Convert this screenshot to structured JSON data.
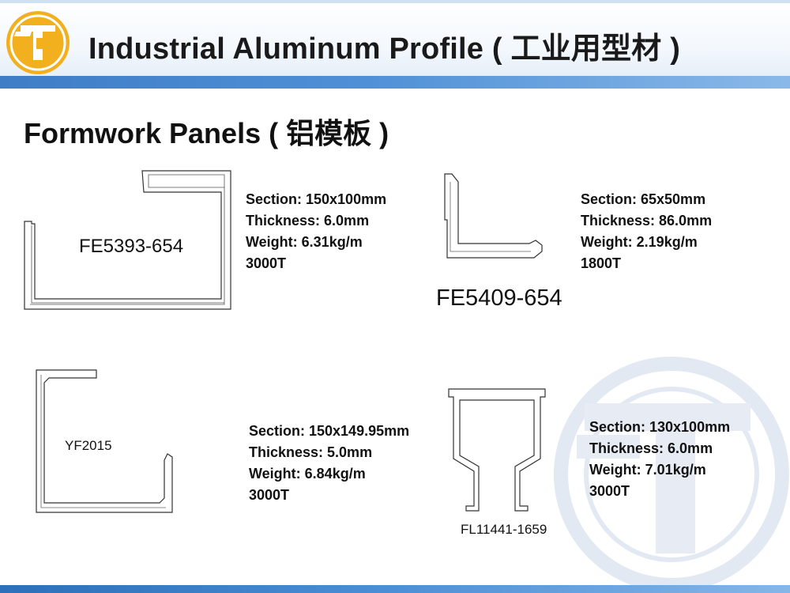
{
  "header": {
    "title": "Industrial Aluminum Profile ( 工业用型材 )",
    "colors": {
      "band": "#4e8fd6",
      "logo": "#f2b01e"
    }
  },
  "page": {
    "section_title": "Formwork Panels ( 铝模板 )"
  },
  "profiles": [
    {
      "code": "FE5393-654",
      "specs": [
        "Section: 150x100mm",
        "Thickness: 6.0mm",
        "Weight: 6.31kg/m",
        "3000T"
      ]
    },
    {
      "code": "FE5409-654",
      "specs": [
        "Section: 65x50mm",
        "Thickness: 86.0mm",
        "Weight: 2.19kg/m",
        "1800T"
      ]
    },
    {
      "code": "YF2015",
      "specs": [
        "Section: 150x149.95mm",
        "Thickness: 5.0mm",
        "Weight: 6.84kg/m",
        "3000T"
      ]
    },
    {
      "code": "FL11441-1659",
      "specs": [
        "Section: 130x100mm",
        "Thickness: 6.0mm",
        "Weight: 7.01kg/m",
        "3000T"
      ]
    }
  ],
  "icons": {
    "logo": "company-logo-icon",
    "watermark": "watermark-logo-icon"
  }
}
